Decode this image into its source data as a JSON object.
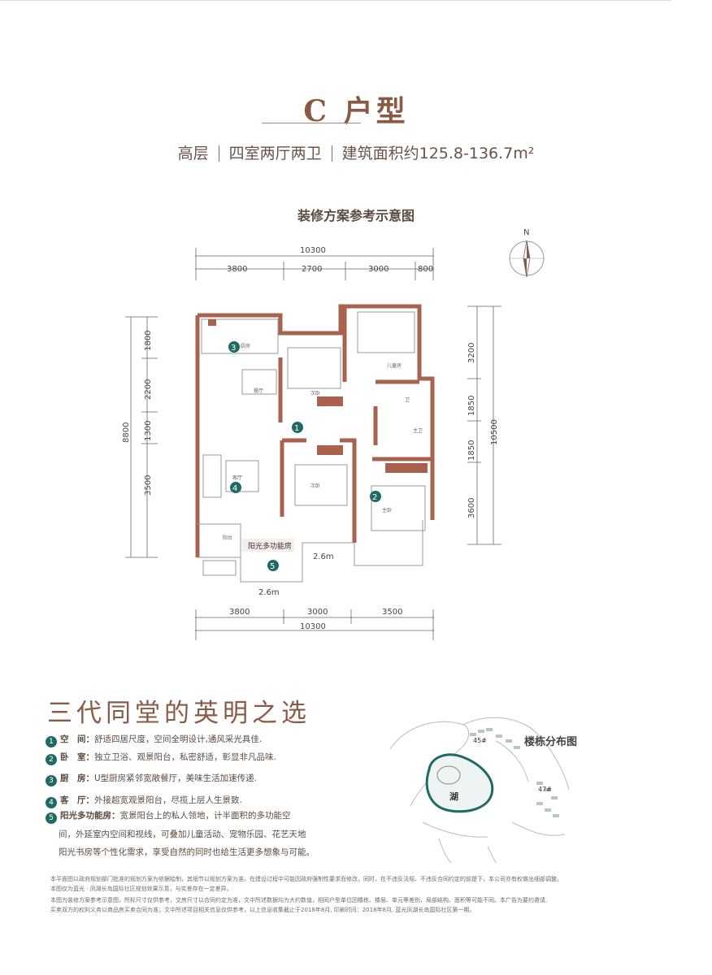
{
  "header": {
    "title": "C 户型",
    "floor_type": "高层",
    "layout": "四室两厅两卫",
    "area_label": "建筑面积约125.8-136.7m²"
  },
  "plan": {
    "title": "装修方案参考示意图",
    "compass": "N",
    "dims_top_total": "10300",
    "dims_top": [
      "3800",
      "2700",
      "3000",
      "800"
    ],
    "dims_bottom_total": "10300",
    "dims_bottom": [
      "3800",
      "3000",
      "3500"
    ],
    "dims_left_total": "8800",
    "dims_left": [
      "1800",
      "2200",
      "1300",
      "3500"
    ],
    "dims_right_total": "10500",
    "dims_right": [
      "3200",
      "1850",
      "1850",
      "3600"
    ],
    "balcony_depth_1": "2.6m",
    "balcony_depth_2": "2.6m",
    "sunroom_label": "阳光多功能房",
    "rooms": {
      "kitchen": "厨房",
      "dining": "餐厅",
      "living": "客厅",
      "balcony": "阳台",
      "kids_room": "儿童房",
      "second_bedroom_1": "次卧",
      "second_bedroom_2": "次卧",
      "master_bedroom": "主卧",
      "bath_1": "卫",
      "bath_2": "主卫"
    },
    "markers": [
      "1",
      "2",
      "3",
      "4",
      "5"
    ]
  },
  "features": {
    "slogan": "三代同堂的英明之选",
    "items": [
      {
        "num": "1",
        "key": "空　间：",
        "text": "舒适四居尺度，空间全明设计,通风采光具佳."
      },
      {
        "num": "2",
        "key": "卧　室：",
        "text": "独立卫浴、观景阳台，私密舒适，彰显非凡品味."
      },
      {
        "num": "3",
        "key": "厨　房：",
        "text": "U型厨房紧邻宽敞餐厅，美味生活加速传递."
      },
      {
        "num": "4",
        "key": "客　厅：",
        "text": "外接超宽观景阳台，尽揽上层人生景致."
      },
      {
        "num": "5",
        "key": "阳光多功能房：",
        "text": "宽景阳台上的私人领地，计半面积的多功能空"
      }
    ],
    "continuation": [
      "间，外延室内空间和视线，可叠加儿童活动、宠物乐园、花艺天地",
      "阳光书房等个性化需求，享受自然的同时也给生活更多想象与可能。"
    ]
  },
  "site_map": {
    "title": "楼栋分布图",
    "lake": "湖",
    "building_1": "45#",
    "building_2": "47#"
  },
  "disclaimer": [
    "本平面图以政府规划部门批准的规划方案为依据绘制，其细节以规划方案为准。在建设过程中可能因政府强制性要求而修改，同时，在不违反法规、不违反合同约定的前提下，本公司亦有权做出细部调整。",
    "本图仅为蓝光 · 凤湖长岛国际社区规划效果示意，与实景存在一定差异。",
    "本图为装修方案参考示意图，所标尺寸仅供参考，交房尺寸以合同约定为准，文中所述数据均为大约数值，相同户型单位因楼栋、楼层、单元等差别，局部结构、面积等可能不同。本广告为要约邀请,",
    "买卖双方的权利义务以商品房买卖合同为准；文中所述项目相关信息仅供参考，以上信息收集截止于2018年8月, 印刷时间：2018年8月, 蓝光凤湖长岛国际社区第一期。"
  ]
}
